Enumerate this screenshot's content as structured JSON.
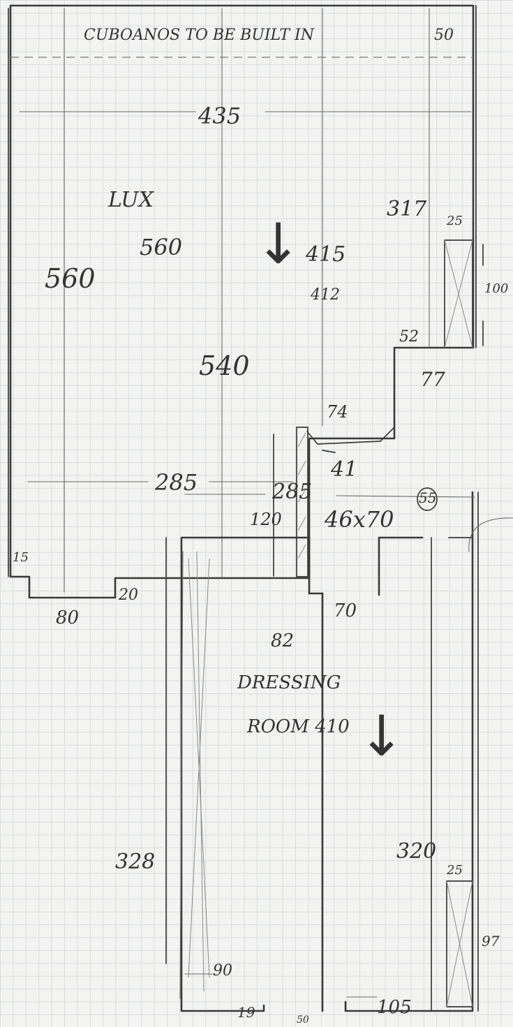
{
  "header": {
    "text": "CUBOANOS TO BE BUILT IN"
  },
  "upper_room": {
    "name": "LUX",
    "name_value": "560",
    "dims": {
      "overall_width": "435",
      "left_height": "560",
      "inner_height": "540",
      "width_285": "285",
      "right_317": "317",
      "value_415": "415",
      "value_412": "412",
      "top_right_50": "50",
      "notch_15": "15",
      "bottom_80": "80",
      "bottom_20": "20",
      "step_52": "52",
      "step_77": "77",
      "step_74": "74",
      "door_41": "41",
      "door_size": "46x70",
      "door_120": "120",
      "closet_25": "25",
      "closet_100": "100"
    }
  },
  "lower_room": {
    "name_line1": "DRESSING",
    "name_line2": "ROOM 410",
    "dims": {
      "width_285": "285",
      "left_328": "328",
      "right_320": "320",
      "corridor_82": "82",
      "corridor_70": "70",
      "circled_55": "55",
      "closet_25": "25",
      "closet_97": "97",
      "bottom_90": "90",
      "bottom_19": "19",
      "bottom_105": "105",
      "bottom_50": "50"
    }
  },
  "icons": [
    "down-arrow-icon",
    "down-arrow-icon"
  ],
  "colors": {
    "ink": "#3a3a3a",
    "paper": "#f3f3f1",
    "grid": "#d9dde2"
  }
}
